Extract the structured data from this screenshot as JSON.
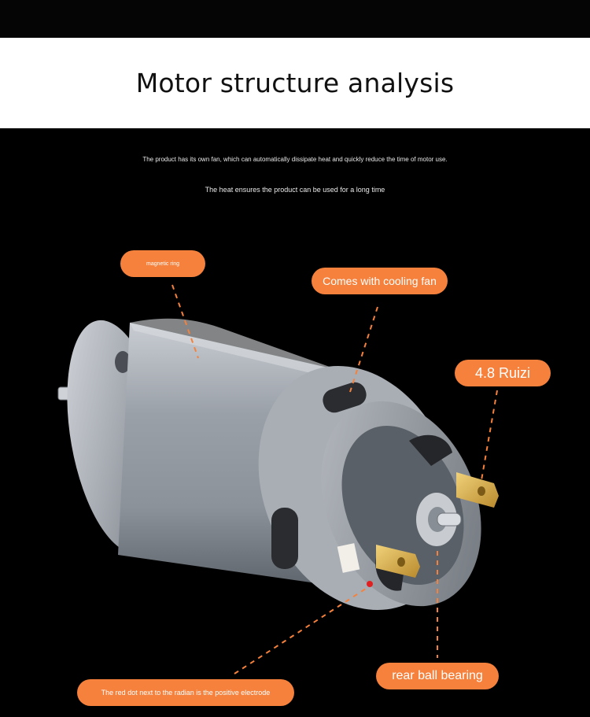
{
  "title": "Motor structure analysis",
  "descriptions": {
    "line1": "The product has its own fan, which can automatically dissipate heat and quickly reduce the time of motor use.",
    "line2": "The heat ensures the product can be used for a long time"
  },
  "labels": {
    "magnetic_ring": "magnetic ring",
    "cooling_fan": "Comes with cooling fan",
    "ruizi": "4.8 Ruizi",
    "rear_bearing": "rear ball bearing",
    "red_dot": "The red dot next to the radian is the positive electrode"
  },
  "colors": {
    "label_bg": "#f5813c",
    "leader_line": "#f5813c",
    "title_band": "#ffffff",
    "background": "#000000"
  }
}
